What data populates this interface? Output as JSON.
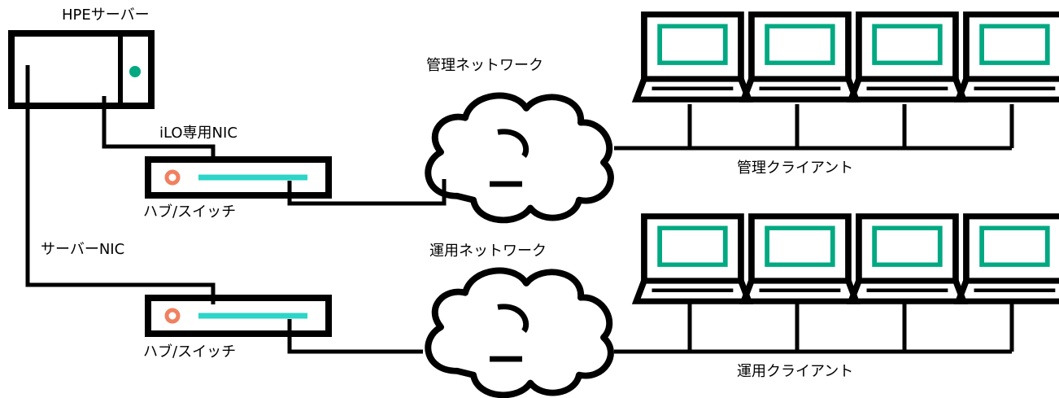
{
  "labels": {
    "server": "HPEサーバー",
    "ilo_nic": "iLO専用NIC",
    "server_nic": "サーバーNIC",
    "hub_top": "ハブ/スイッチ",
    "hub_bottom": "ハブ/スイッチ",
    "mgmt_network": "管理ネットワーク",
    "ops_network": "運用ネットワーク",
    "mgmt_clients": "管理クライアント",
    "ops_clients": "運用クライアント"
  },
  "colors": {
    "line": "#000000",
    "screen_green": "#01a982",
    "switch_bar": "#2dd4c8",
    "port_ring": "#f08060",
    "server_led": "#01a982"
  },
  "icons": {
    "server": "server-icon",
    "switch": "switch-icon",
    "network": "cloud-icon",
    "client": "laptop-icon"
  }
}
